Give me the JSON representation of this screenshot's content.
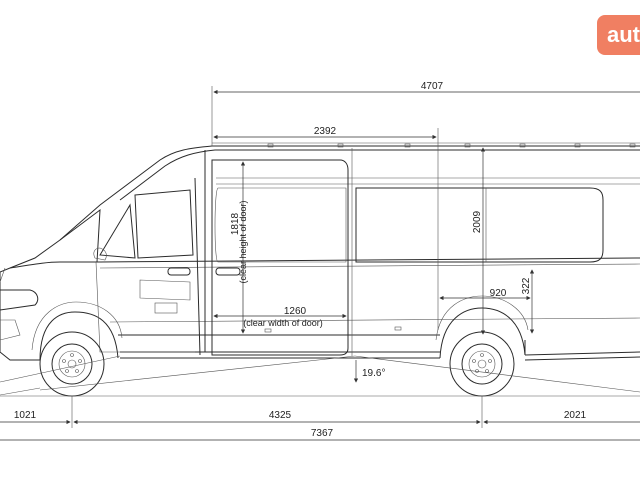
{
  "watermark": {
    "text": "aut"
  },
  "dimensions": {
    "overall_top": "4707",
    "door_section": "2392",
    "interior_height": "2009",
    "door_height": "1818",
    "door_height_label": "(clear height of door)",
    "door_width": "1260",
    "door_width_label": "(clear width of door)",
    "wheel_arch_width": "920",
    "wheel_arch_height": "322",
    "ramp_angle": "19.6°",
    "front_overhang": "1021",
    "wheelbase": "4325",
    "rear_overhang": "2021",
    "overall_length": "7367"
  }
}
